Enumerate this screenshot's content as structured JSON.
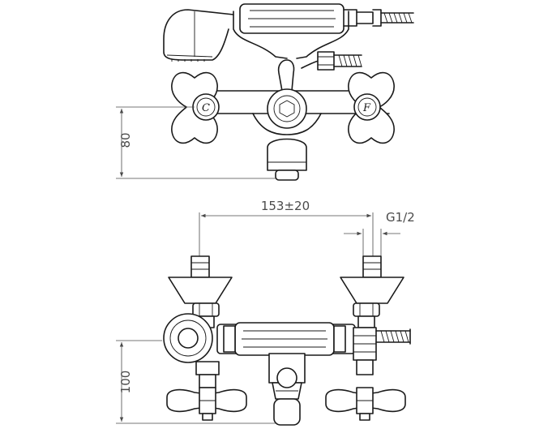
{
  "labels": {
    "cold": "C",
    "hot": "F",
    "height_top": "80",
    "center_distance": "153±20",
    "thread": "G1/2",
    "height_bottom": "100"
  },
  "colors": {
    "line": "#1a1a1a",
    "dimension": "#4a4a4a",
    "background": "#ffffff"
  }
}
